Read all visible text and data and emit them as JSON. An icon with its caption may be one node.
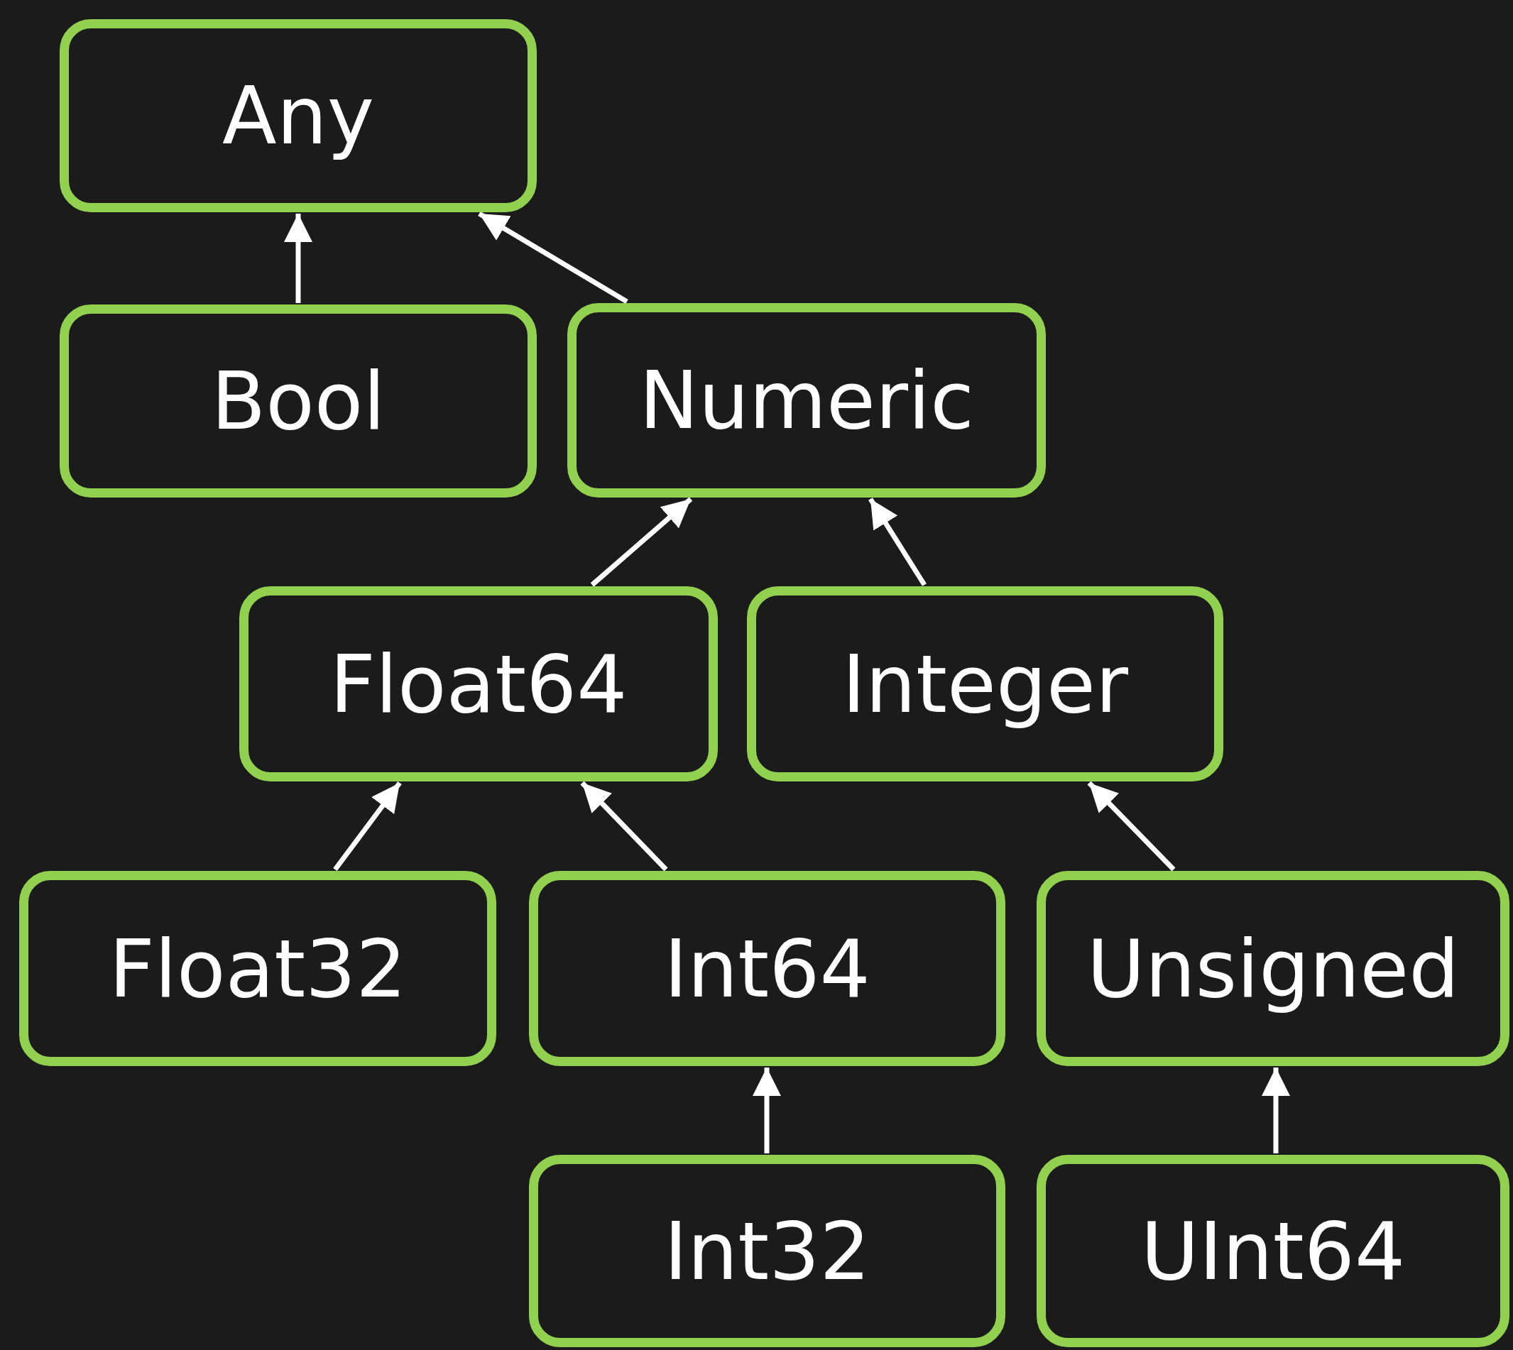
{
  "diagram": {
    "nodes": [
      {
        "text": [
          "Any"
        ]
      },
      {
        "text": [
          "Bool"
        ]
      },
      {
        "text": [
          "Numeric"
        ]
      },
      {
        "text": [
          "Float64"
        ]
      },
      {
        "text": [
          "Integer"
        ]
      },
      {
        "text": [
          "Float32"
        ]
      },
      {
        "text": [
          "Int64"
        ]
      },
      {
        "text": [
          "Unsigned"
        ]
      },
      {
        "text": [
          "Int32"
        ]
      },
      {
        "text": [
          "UInt64"
        ]
      }
    ],
    "edges": [
      {
        "from": 1,
        "to": 0,
        "arrow": "to"
      },
      {
        "from": 2,
        "to": 0,
        "arrow": "to"
      },
      {
        "from": 3,
        "to": 2,
        "arrow": "to"
      },
      {
        "from": 4,
        "to": 2,
        "arrow": "to"
      },
      {
        "from": 5,
        "to": 3,
        "arrow": "to"
      },
      {
        "from": 6,
        "to": 3,
        "arrow": "to"
      },
      {
        "from": 7,
        "to": 4,
        "arrow": "to"
      },
      {
        "from": 8,
        "to": 6,
        "arrow": "to"
      },
      {
        "from": 9,
        "to": 7,
        "arrow": "to"
      }
    ]
  }
}
